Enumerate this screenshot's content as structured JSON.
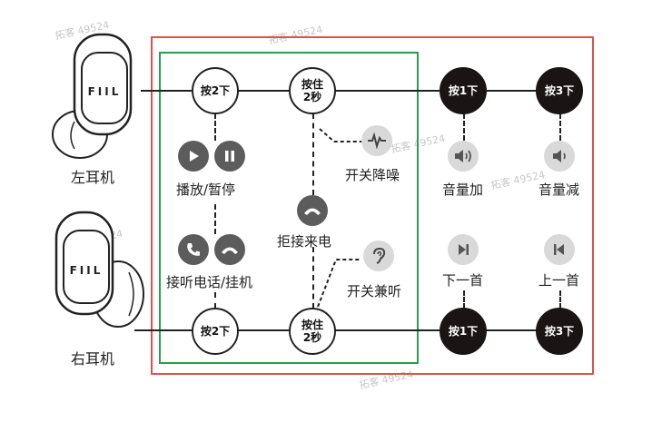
{
  "ears": {
    "left": "左耳机",
    "right": "右耳机",
    "brand": "FIIL"
  },
  "buttons": {
    "press2_top": "按2下",
    "hold2s_top_line1": "按住",
    "hold2s_top_line2": "2秒",
    "press1_top": "按1下",
    "press3_top": "按3下",
    "press2_bottom": "按2下",
    "hold2s_bottom_line1": "按住",
    "hold2s_bottom_line2": "2秒",
    "press1_bottom": "按1下",
    "press3_bottom": "按3下"
  },
  "functions": {
    "play_pause": "播放/暂停",
    "anc_toggle": "开关降噪",
    "reject_call": "拒接来电",
    "answer_hangup": "接听电话/挂机",
    "ambient_toggle": "开关兼听",
    "vol_up": "音量加",
    "vol_down": "音量减",
    "next_track": "下一首",
    "prev_track": "上一首"
  },
  "watermarks": [
    "拓客 49524",
    "拓客 49524",
    "拓客 49524",
    "拓客 49524",
    "拓客 49524",
    "拓客 49524"
  ],
  "colors": {
    "red_frame": "#d9534f",
    "green_frame": "#2e9a4b",
    "dark_circle": "#1a1414",
    "icon_dark": "#5c5c5c",
    "icon_light": "#d9d9d9"
  }
}
